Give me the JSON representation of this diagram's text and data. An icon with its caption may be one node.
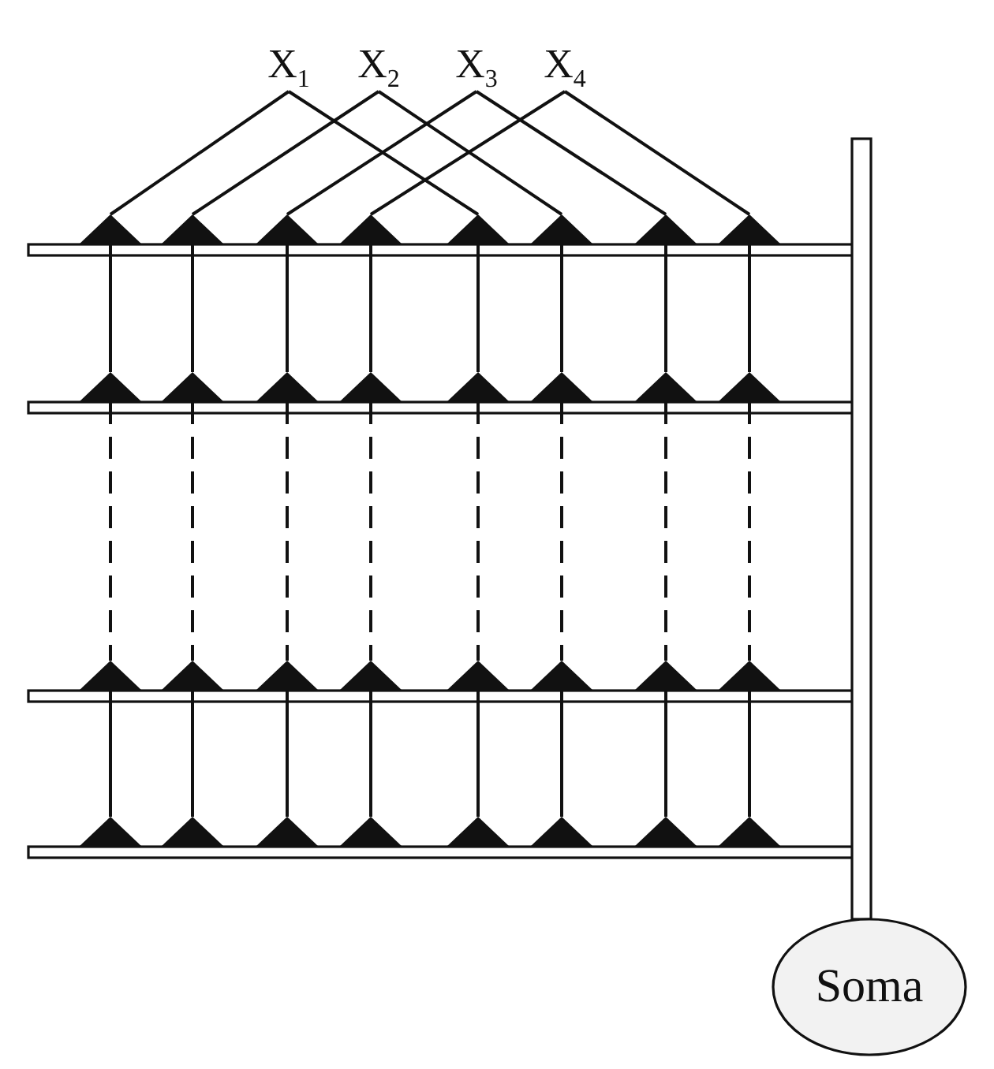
{
  "diagram": {
    "nodes": [
      {
        "text": [
          "X$_{1}$"
        ]
      },
      {
        "text": [
          "X$_{2}$"
        ]
      },
      {
        "text": [
          "X$_{3}$"
        ]
      },
      {
        "text": [
          "X$_{4}$"
        ]
      },
      {
        "text": [],
        "shape": "triangle"
      },
      {
        "text": [],
        "shape": "triangle"
      },
      {
        "text": [],
        "shape": "triangle"
      },
      {
        "text": [],
        "shape": "triangle"
      },
      {
        "text": [],
        "shape": "triangle"
      },
      {
        "text": [],
        "shape": "triangle"
      },
      {
        "text": [],
        "shape": "triangle"
      },
      {
        "text": [],
        "shape": "triangle"
      },
      {
        "text": [],
        "shape": "triangle"
      },
      {
        "text": [],
        "shape": "triangle"
      },
      {
        "text": [],
        "shape": "triangle"
      },
      {
        "text": [],
        "shape": "triangle"
      },
      {
        "text": [],
        "shape": "triangle"
      },
      {
        "text": [],
        "shape": "triangle"
      },
      {
        "text": [],
        "shape": "triangle"
      },
      {
        "text": [],
        "shape": "triangle"
      },
      {
        "text": [],
        "shape": "triangle"
      },
      {
        "text": [],
        "shape": "triangle"
      },
      {
        "text": [],
        "shape": "triangle"
      },
      {
        "text": [],
        "shape": "triangle"
      },
      {
        "text": [],
        "shape": "triangle"
      },
      {
        "text": [],
        "shape": "triangle"
      },
      {
        "text": [],
        "shape": "triangle"
      },
      {
        "text": [],
        "shape": "triangle"
      },
      {
        "text": [],
        "shape": "triangle"
      },
      {
        "text": [],
        "shape": "triangle"
      },
      {
        "text": [],
        "shape": "triangle"
      },
      {
        "text": [],
        "shape": "triangle"
      },
      {
        "text": [],
        "shape": "triangle"
      },
      {
        "text": [],
        "shape": "triangle"
      },
      {
        "text": [],
        "shape": "triangle"
      },
      {
        "text": [],
        "shape": "triangle"
      },
      {
        "text": [
          "Soma"
        ]
      }
    ],
    "edges": [
      {
        "from": 0,
        "to": 4,
        "arrow": "none"
      },
      {
        "from": 0,
        "to": 8,
        "arrow": "none"
      },
      {
        "from": 1,
        "to": 5,
        "arrow": "none"
      },
      {
        "from": 1,
        "to": 9,
        "arrow": "none"
      },
      {
        "from": 2,
        "to": 6,
        "arrow": "none"
      },
      {
        "from": 2,
        "to": 10,
        "arrow": "none"
      },
      {
        "from": 3,
        "to": 7,
        "arrow": "none"
      },
      {
        "from": 3,
        "to": 11,
        "arrow": "none"
      },
      {
        "from": 4,
        "to": 12,
        "arrow": "none"
      },
      {
        "from": 5,
        "to": 13,
        "arrow": "none"
      },
      {
        "from": 6,
        "to": 14,
        "arrow": "none"
      },
      {
        "from": 7,
        "to": 15,
        "arrow": "none"
      },
      {
        "from": 8,
        "to": 16,
        "arrow": "none"
      },
      {
        "from": 9,
        "to": 17,
        "arrow": "none"
      },
      {
        "from": 10,
        "to": 18,
        "arrow": "none"
      },
      {
        "from": 11,
        "to": 19,
        "arrow": "none"
      },
      {
        "from": 12,
        "to": 20,
        "arrow": "none",
        "style": "dashed"
      },
      {
        "from": 13,
        "to": 21,
        "arrow": "none",
        "style": "dashed"
      },
      {
        "from": 14,
        "to": 22,
        "arrow": "none",
        "style": "dashed"
      },
      {
        "from": 15,
        "to": 23,
        "arrow": "none",
        "style": "dashed"
      },
      {
        "from": 16,
        "to": 24,
        "arrow": "none",
        "style": "dashed"
      },
      {
        "from": 17,
        "to": 25,
        "arrow": "none",
        "style": "dashed"
      },
      {
        "from": 18,
        "to": 26,
        "arrow": "none",
        "style": "dashed"
      },
      {
        "from": 19,
        "to": 27,
        "arrow": "none",
        "style": "dashed"
      },
      {
        "from": 20,
        "to": 28,
        "arrow": "none"
      },
      {
        "from": 21,
        "to": 29,
        "arrow": "none"
      },
      {
        "from": 22,
        "to": 30,
        "arrow": "none"
      },
      {
        "from": 23,
        "to": 31,
        "arrow": "none"
      },
      {
        "from": 24,
        "to": 32,
        "arrow": "none"
      },
      {
        "from": 25,
        "to": 33,
        "arrow": "none"
      },
      {
        "from": 26,
        "to": 34,
        "arrow": "none"
      },
      {
        "from": 27,
        "to": 35,
        "arrow": "none"
      }
    ]
  }
}
